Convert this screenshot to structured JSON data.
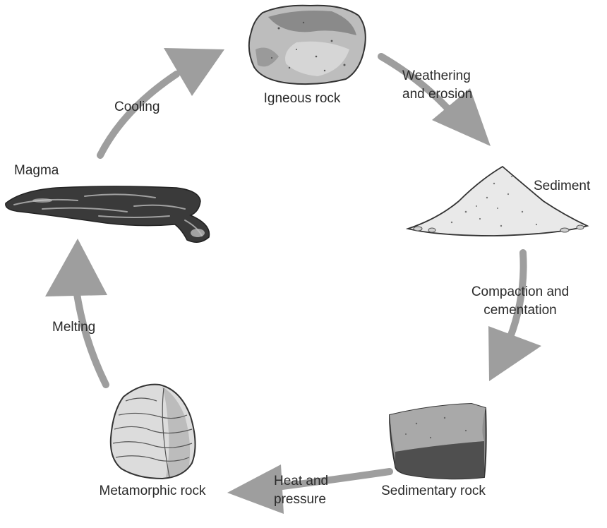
{
  "diagram": {
    "title": "Rock cycle",
    "colors": {
      "arrow": "#9e9e9e",
      "text": "#2a2a2a",
      "rock_light": "#d9d9d9",
      "rock_mid": "#a8a8a8",
      "rock_dark": "#4a4a4a",
      "sediment": "#e9e9e9",
      "magma": "#3a3a3a"
    },
    "nodes": {
      "igneous": "Igneous rock",
      "sediment": "Sediment",
      "sedimentary": "Sedimentary rock",
      "metamorphic": "Metamorphic rock",
      "magma": "Magma"
    },
    "processes": {
      "weathering_1": "Weathering",
      "weathering_2": "and erosion",
      "compaction_1": "Compaction and",
      "compaction_2": "cementation",
      "heat_1": "Heat and",
      "heat_2": "pressure",
      "melting": "Melting",
      "cooling": "Cooling"
    }
  }
}
